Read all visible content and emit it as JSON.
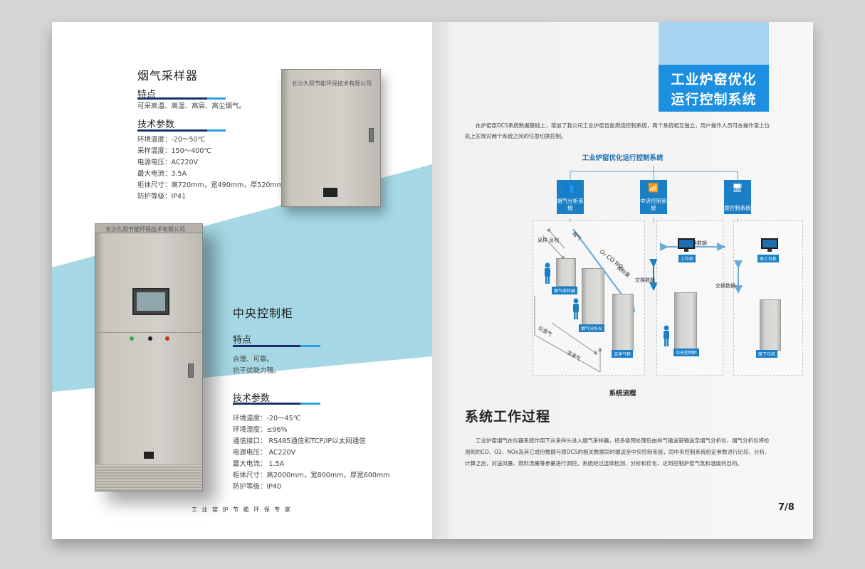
{
  "left_page": {
    "sampler": {
      "title": "烟气采样器",
      "features_heading": "特点",
      "features_text": "可采高温、高湿、高腐、高尘烟气。",
      "specs_heading": "技术参数",
      "specs": [
        "环境温度：-20～50℃",
        "采样温度：150～400℃",
        "电源电压：AC220V",
        "最大电流：3.5A",
        "柜体尺寸：高720mm，宽490mm，厚520mm",
        "防护等级：IP41"
      ],
      "cabinet_brand": "长沙久阳节能环保技术有限公司"
    },
    "control_cabinet": {
      "title": "中央控制柜",
      "features_heading": "特点",
      "features": [
        "合理、可靠。",
        "抗干扰能力强。"
      ],
      "specs_heading": "技术参数",
      "specs": [
        "环境温度：-20～45℃",
        "环境湿度：≤96%",
        "通信接口： RS485通信和TCP/IP以太网通信",
        "电源电压： AC220V",
        "最大电流： 1.5A",
        "柜体尺寸：高2000mm，宽800mm，厚宽600mm",
        "防护等级：IP40"
      ],
      "cabinet_brand": "长沙久阳节能环保技术有限公司"
    },
    "footer_slogan": "工 业 窑 炉 节 能 环 保 专 家"
  },
  "right_page": {
    "title_line1": "工业炉窑优化",
    "title_line2": "运行控制系统",
    "intro": "在炉窑原DCS系统数据基础上，增加了我公司工业炉窑低氮燃烧控制系统，两个系统相互独立，用户操作人员可在操作室上位机上实现对两个系统之间的任意切换控制。",
    "diagram": {
      "title": "工业炉窑优化运行控制系统",
      "systems": [
        "烟气分析系统",
        "中央控制系统",
        "原控制系统"
      ],
      "labels": {
        "sample_blowback": "采样 反吹",
        "flue_gas": "烟气",
        "gases": "O₂ CO NO₂",
        "analog": "模拟量",
        "instrument_gas": "仪表气",
        "clean_gas": "洁净气",
        "exchange_data_1": "交换数据",
        "exchange_data_2": "交换数据",
        "exchange_data_3": "交换数据",
        "sampler_tag": "烟气采样器",
        "analyzer_tag": "烟气分析仪",
        "clean_tag": "洁净气柜",
        "central_tag": "中央控制柜",
        "host_pc": "上位机",
        "orig_host_pc": "原上位机",
        "orig_lower_pc": "原下位机"
      },
      "caption": "系统流程"
    },
    "process_title": "系统工作过程",
    "process_text": "工业炉窑烟气在仪器系统作用下从采样头进入烟气采样器，经多级预处理后由样气输送管输送至烟气分析仪，烟气分析仪将检测到的CO、O2、NOx及其它成份数据与原DCS的相关数据同时输送至中央控制系统，同中央控制系统给定参数进行比较、分析、计算之后，对送风量、燃料流量等参量进行调控。系统经过连续检测、分析和优化，达到控制炉窑气氛和温度的目的。",
    "page_number": "7/8"
  }
}
